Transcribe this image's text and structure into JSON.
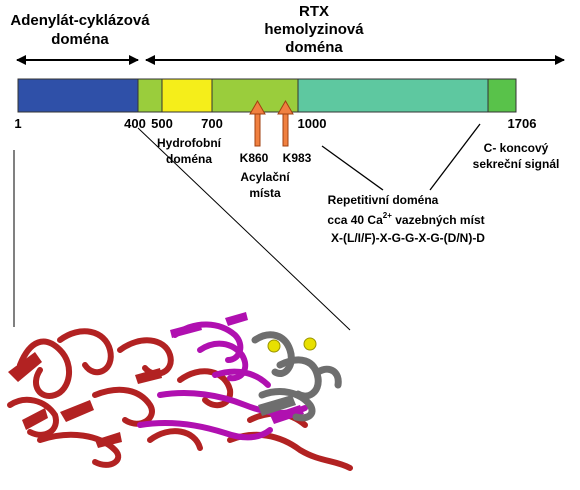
{
  "domains": {
    "adenylate": {
      "line1": "Adenylát-cyklázová",
      "line2": "doména",
      "color": "#2f50a8"
    },
    "rtx": {
      "line1": "RTX",
      "line2": "hemolyzinová",
      "line3": "doména"
    }
  },
  "segments": [
    {
      "name": "adenylate-cyclase",
      "color": "#2f50a8"
    },
    {
      "name": "linker",
      "color": "#9acd3c"
    },
    {
      "name": "hydrophobic",
      "color": "#f5ee1a"
    },
    {
      "name": "acylation-region",
      "color": "#9acd3c"
    },
    {
      "name": "repeats",
      "color": "#5ec8a0"
    },
    {
      "name": "secretion-signal",
      "color": "#59c24a"
    }
  ],
  "positions": [
    "1",
    "400",
    "500",
    "700",
    "1000",
    "1706"
  ],
  "labels": {
    "hydrophobic": {
      "line1": "Hydrofobní",
      "line2": "doména"
    },
    "k860": "K860",
    "k983": "K983",
    "acylation": {
      "line1": "Acylační",
      "line2": "místa"
    },
    "repeats": "Repetitivní doména",
    "calcium": {
      "prefix": "cca 40 Ca",
      "sup": "2+",
      "suffix": " vazebných míst"
    },
    "motif": "X-(L/I/F)-X-G-G-X-G-(D/N)-D",
    "cterm": {
      "line1": "C- koncový",
      "line2": "sekreční signál"
    }
  },
  "colors": {
    "arrow_acyl": "#f08040",
    "protein_red": "#b22222",
    "protein_magenta": "#b010b0",
    "protein_gray": "#6e6e6e",
    "calcium_yellow": "#e8e000"
  }
}
